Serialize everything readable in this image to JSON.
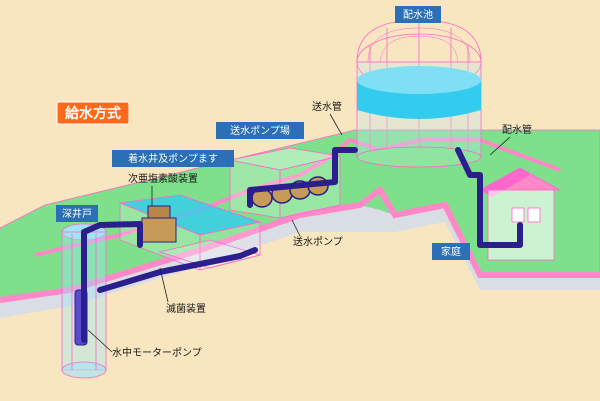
{
  "title": "給水方式",
  "labels": {
    "reservoir": "配水池",
    "delivery_pipe": "送水管",
    "distribution_pipe": "配水管",
    "pump_station": "送水ポンプ場",
    "intake_well_pump": "着水井及ポンプます",
    "chlorinator": "次亜塩素酸装置",
    "deep_well": "深井戸",
    "delivery_pump": "送水ポンプ",
    "home": "家庭",
    "sterilizer": "滅菌装置",
    "submersible_pump": "水中モーターポンプ"
  },
  "colors": {
    "background": "#f7e6bf",
    "ground": "#7ee08a",
    "road": "#ff88c8",
    "wire": "#ff66cc",
    "water": "#33ccee",
    "pipe": "#2a1f8c",
    "label_box": "#2b6fb6",
    "title_box": "#ff6a1a"
  }
}
